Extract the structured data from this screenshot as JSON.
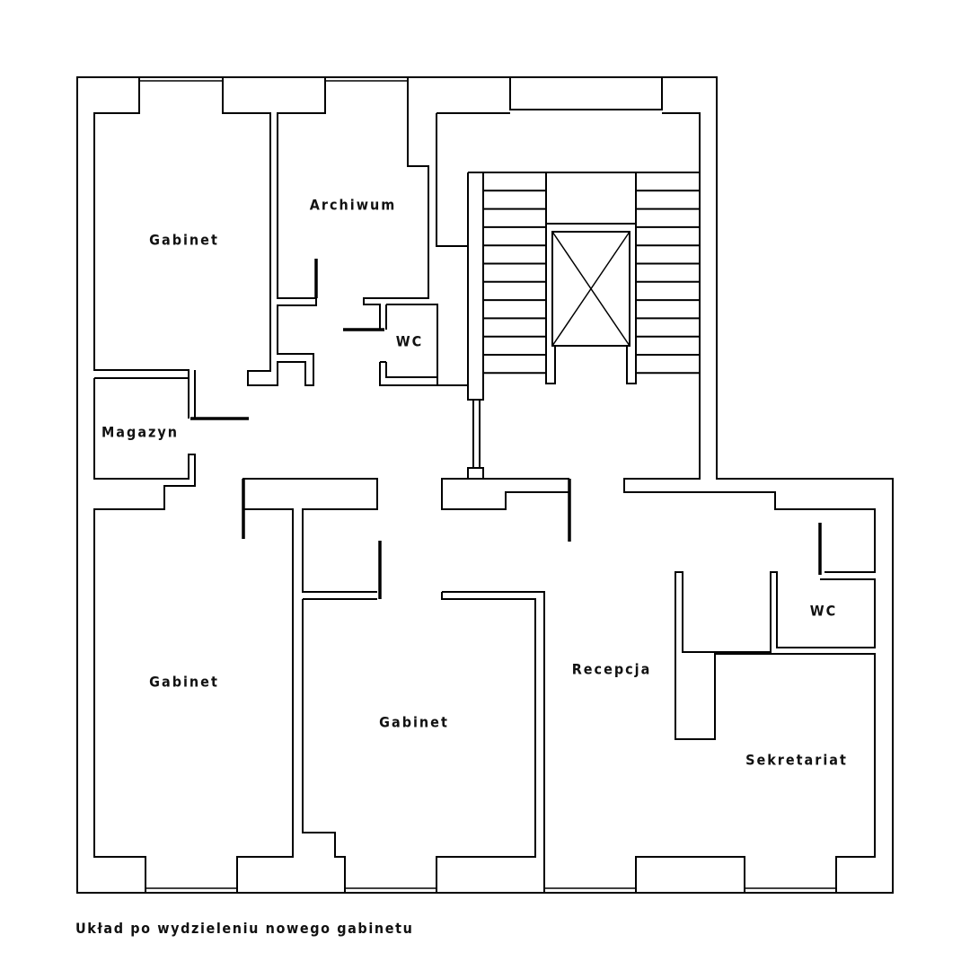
{
  "rooms": {
    "gabinet_top_left": "Gabinet",
    "archiwum": "Archiwum",
    "wc_top": "WC",
    "magazyn": "Magazyn",
    "gabinet_bottom_left": "Gabinet",
    "gabinet_middle": "Gabinet",
    "recepcja": "Recepcja",
    "wc_right": "WC",
    "sekretariat": "Sekretariat"
  },
  "caption": "Układ po wydzieleniu nowego gabinetu",
  "colors": {
    "line": "#000000",
    "background": "#ffffff"
  }
}
